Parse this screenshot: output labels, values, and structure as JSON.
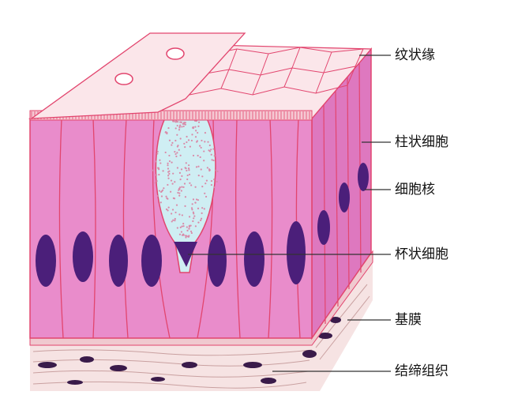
{
  "labels": {
    "brush_border": "纹状缘",
    "columnar_cell": "柱状细胞",
    "nucleus": "细胞核",
    "goblet_cell": "杯状细胞",
    "basement_membrane": "基膜",
    "connective_tissue": "结缔组织"
  },
  "colors": {
    "cell_fill": "#e98ccb",
    "cell_side_fill": "#de78bf",
    "membrane_line": "#e2456e",
    "nucleus": "#4b1f7a",
    "goblet": "#cfeef3",
    "connective": "#f6e3e3",
    "top_surface": "#fbe6ea"
  }
}
